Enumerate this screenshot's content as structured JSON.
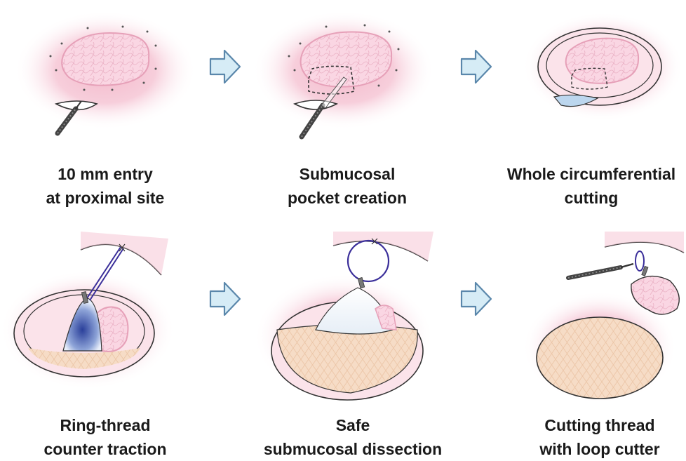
{
  "steps": [
    {
      "line1": "10 mm entry",
      "line2": "at proximal site"
    },
    {
      "line1": "Submucosal",
      "line2": "pocket creation"
    },
    {
      "line1": "Whole circumferential",
      "line2": "cutting"
    },
    {
      "line1": "Ring-thread",
      "line2": "counter traction"
    },
    {
      "line1": "Safe",
      "line2": "submucosal dissection"
    },
    {
      "line1": "Cutting thread",
      "line2": "with loop cutter"
    }
  ],
  "colors": {
    "mucosa_pink": "#f6c8d6",
    "lesion_pink": "#f9d2e0",
    "lesion_outline": "#e6a0b8",
    "submucosa": "#f6dfcc",
    "arrow_fill": "#d6ecf6",
    "arrow_stroke": "#5a87ab",
    "thread": "#3b2f9a",
    "device": "#555555"
  }
}
